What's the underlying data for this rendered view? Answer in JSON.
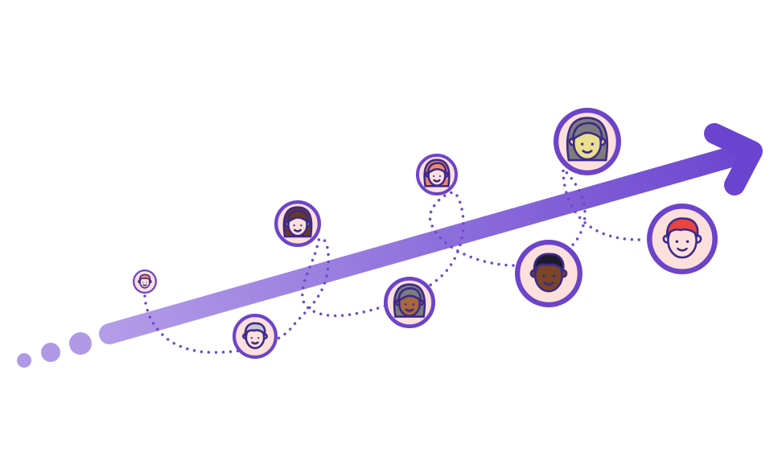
{
  "colors": {
    "background": "#ffffff",
    "arrow_start": "#b39de8",
    "arrow_end": "#6a44cf",
    "lead_dots": "#b09ae6",
    "dotted_path": "#6c4bc9",
    "avatar_ring": "#6c44c9",
    "avatar_fill": "#fde0dc",
    "outline": "#3c2a8a",
    "skin_light": "#fde0dc",
    "skin_brown": "#a8683d",
    "skin_dark": "#7a4426",
    "skin_yellow": "#eadf8f",
    "hair_red": "#e8453c",
    "hair_grey": "#7d7d7d",
    "hair_light_grey": "#c9c6d6",
    "hair_brown": "#6b3a1e",
    "hair_black": "#1e1a2e",
    "hair_salmon": "#ef8a67"
  },
  "avatars": [
    {
      "id": "person-1",
      "skin": "skin_light",
      "hair": "hair_salmon",
      "style": "short"
    },
    {
      "id": "person-2",
      "skin": "skin_light",
      "hair": "hair_light_grey",
      "style": "short"
    },
    {
      "id": "person-3",
      "skin": "skin_light",
      "hair": "hair_brown",
      "style": "long"
    },
    {
      "id": "person-4",
      "skin": "skin_brown",
      "hair": "hair_grey",
      "style": "long"
    },
    {
      "id": "person-5",
      "skin": "skin_light",
      "hair": "hair_salmon",
      "style": "long"
    },
    {
      "id": "person-6",
      "skin": "skin_dark",
      "hair": "hair_black",
      "style": "short"
    },
    {
      "id": "person-7",
      "skin": "skin_yellow",
      "hair": "hair_grey",
      "style": "long"
    },
    {
      "id": "person-8",
      "skin": "skin_light",
      "hair": "hair_red",
      "style": "short"
    }
  ]
}
